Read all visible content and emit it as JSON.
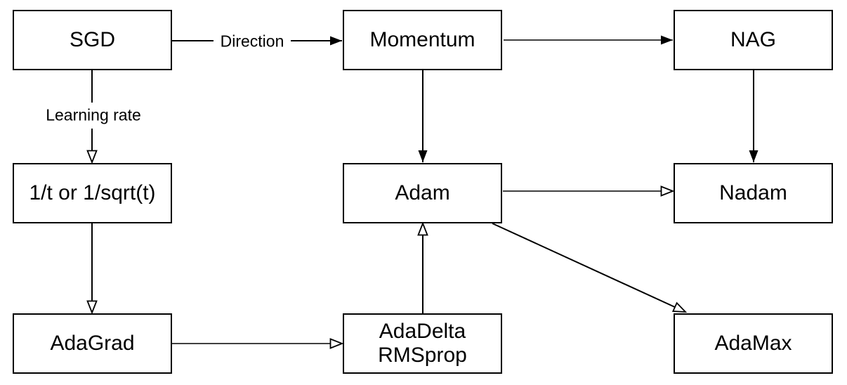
{
  "colors": {
    "background": "#ffffff",
    "box_fill": "#ffffff",
    "box_border": "#000000",
    "line": "#000000",
    "text": "#000000"
  },
  "nodes": {
    "sgd": {
      "label": "SGD"
    },
    "momentum": {
      "label": "Momentum"
    },
    "nag": {
      "label": "NAG"
    },
    "lr_schedule": {
      "label": "1/t or 1/sqrt(t)"
    },
    "adam": {
      "label": "Adam"
    },
    "nadam": {
      "label": "Nadam"
    },
    "adagrad": {
      "label": "AdaGrad"
    },
    "adadelta_rmsprop": {
      "label": "AdaDelta\nRMSprop"
    },
    "adamax": {
      "label": "AdaMax"
    }
  },
  "edge_labels": {
    "direction": "Direction",
    "learning_rate": "Learning rate"
  },
  "edges": [
    {
      "from": "SGD",
      "to": "Momentum",
      "label": "Direction",
      "head": "filled"
    },
    {
      "from": "Momentum",
      "to": "NAG",
      "head": "filled"
    },
    {
      "from": "Momentum",
      "to": "Adam",
      "head": "filled"
    },
    {
      "from": "NAG",
      "to": "Nadam",
      "head": "filled"
    },
    {
      "from": "SGD",
      "to": "1/t or 1/sqrt(t)",
      "label": "Learning rate",
      "head": "open"
    },
    {
      "from": "1/t or 1/sqrt(t)",
      "to": "AdaGrad",
      "head": "open"
    },
    {
      "from": "AdaGrad",
      "to": "AdaDelta RMSprop",
      "head": "open"
    },
    {
      "from": "AdaDelta RMSprop",
      "to": "Adam",
      "head": "open"
    },
    {
      "from": "Adam",
      "to": "Nadam",
      "head": "open"
    },
    {
      "from": "Adam",
      "to": "AdaMax",
      "head": "open"
    }
  ]
}
